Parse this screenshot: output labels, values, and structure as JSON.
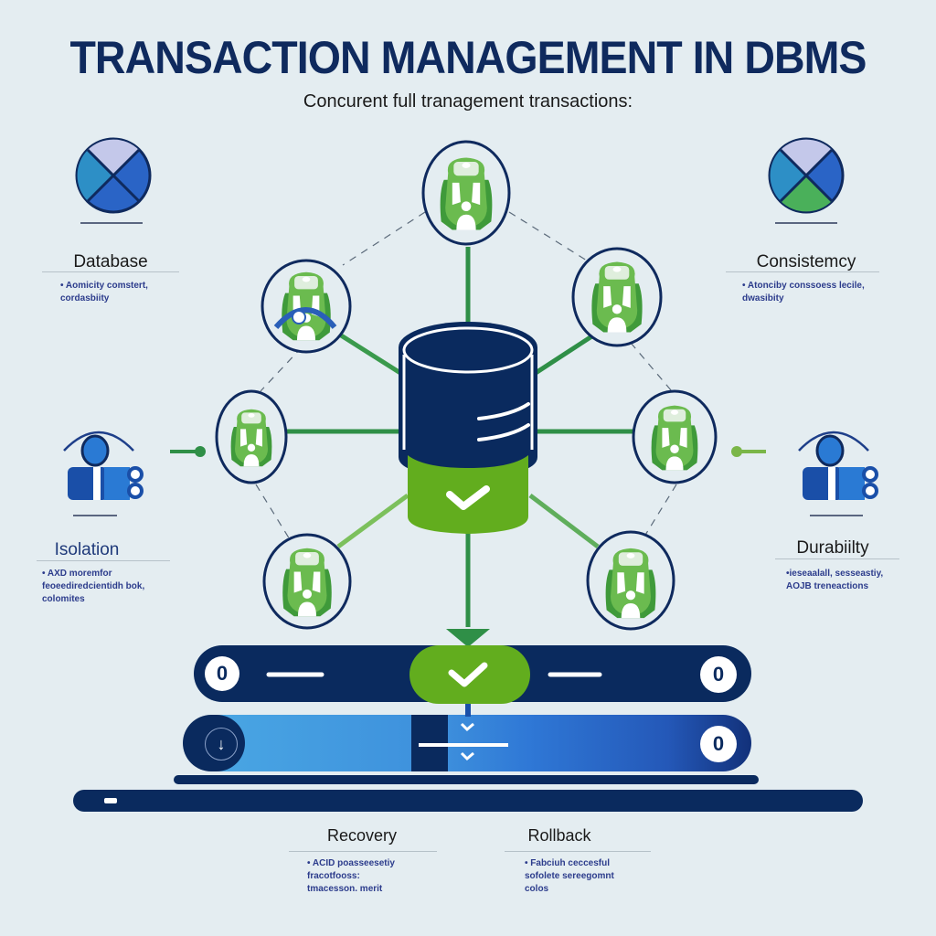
{
  "header": {
    "title": "TRANSACTION MANAGEMENT IN DBMS",
    "subtitle": "Concurent full tranagement transactions:"
  },
  "sides": {
    "database": {
      "icon": "pie-chart-icon",
      "title": "Database",
      "desc_line1": "• Aomicity comstert,",
      "desc_line2": "cordasbiity"
    },
    "consistency": {
      "icon": "pie-chart-icon",
      "title": "Consistemcy",
      "desc_line1": "• Atonciby conssoess lecile,",
      "desc_line2": "dwasibity"
    },
    "isolation": {
      "icon": "user-badge-icon",
      "title": "Isolation",
      "desc_line1": "• AXD moremfor",
      "desc_line2": "feoeediredcientidh bok,",
      "desc_line3": "colomites"
    },
    "durability": {
      "icon": "user-badge-icon",
      "title": "Durabiilty",
      "desc_line1": "•ieseaalall, sesseastiy,",
      "desc_line2": "AOJB treneactions"
    }
  },
  "bottom": {
    "recovery": {
      "title": "Recovery",
      "desc_line1": "• ACID poasseesetiy",
      "desc_line2": "fracotfooss:",
      "desc_line3": "tmacesson. merit"
    },
    "rollback": {
      "title": "Rollback",
      "desc_line1": "• Fabciuh ceccesful",
      "desc_line2": "sofolete sereegomnt",
      "desc_line3": "colos"
    }
  },
  "pipeline": {
    "top_left_badge": "0",
    "top_right_badge": "0",
    "mid_right_badge": "0",
    "mid_left_icon": "download-icon"
  },
  "colors": {
    "navy": "#0a2a5e",
    "green": "#62ad1e",
    "green_line": "#2f8f47",
    "blue": "#2563c9",
    "light_blue": "#44a3e0"
  }
}
